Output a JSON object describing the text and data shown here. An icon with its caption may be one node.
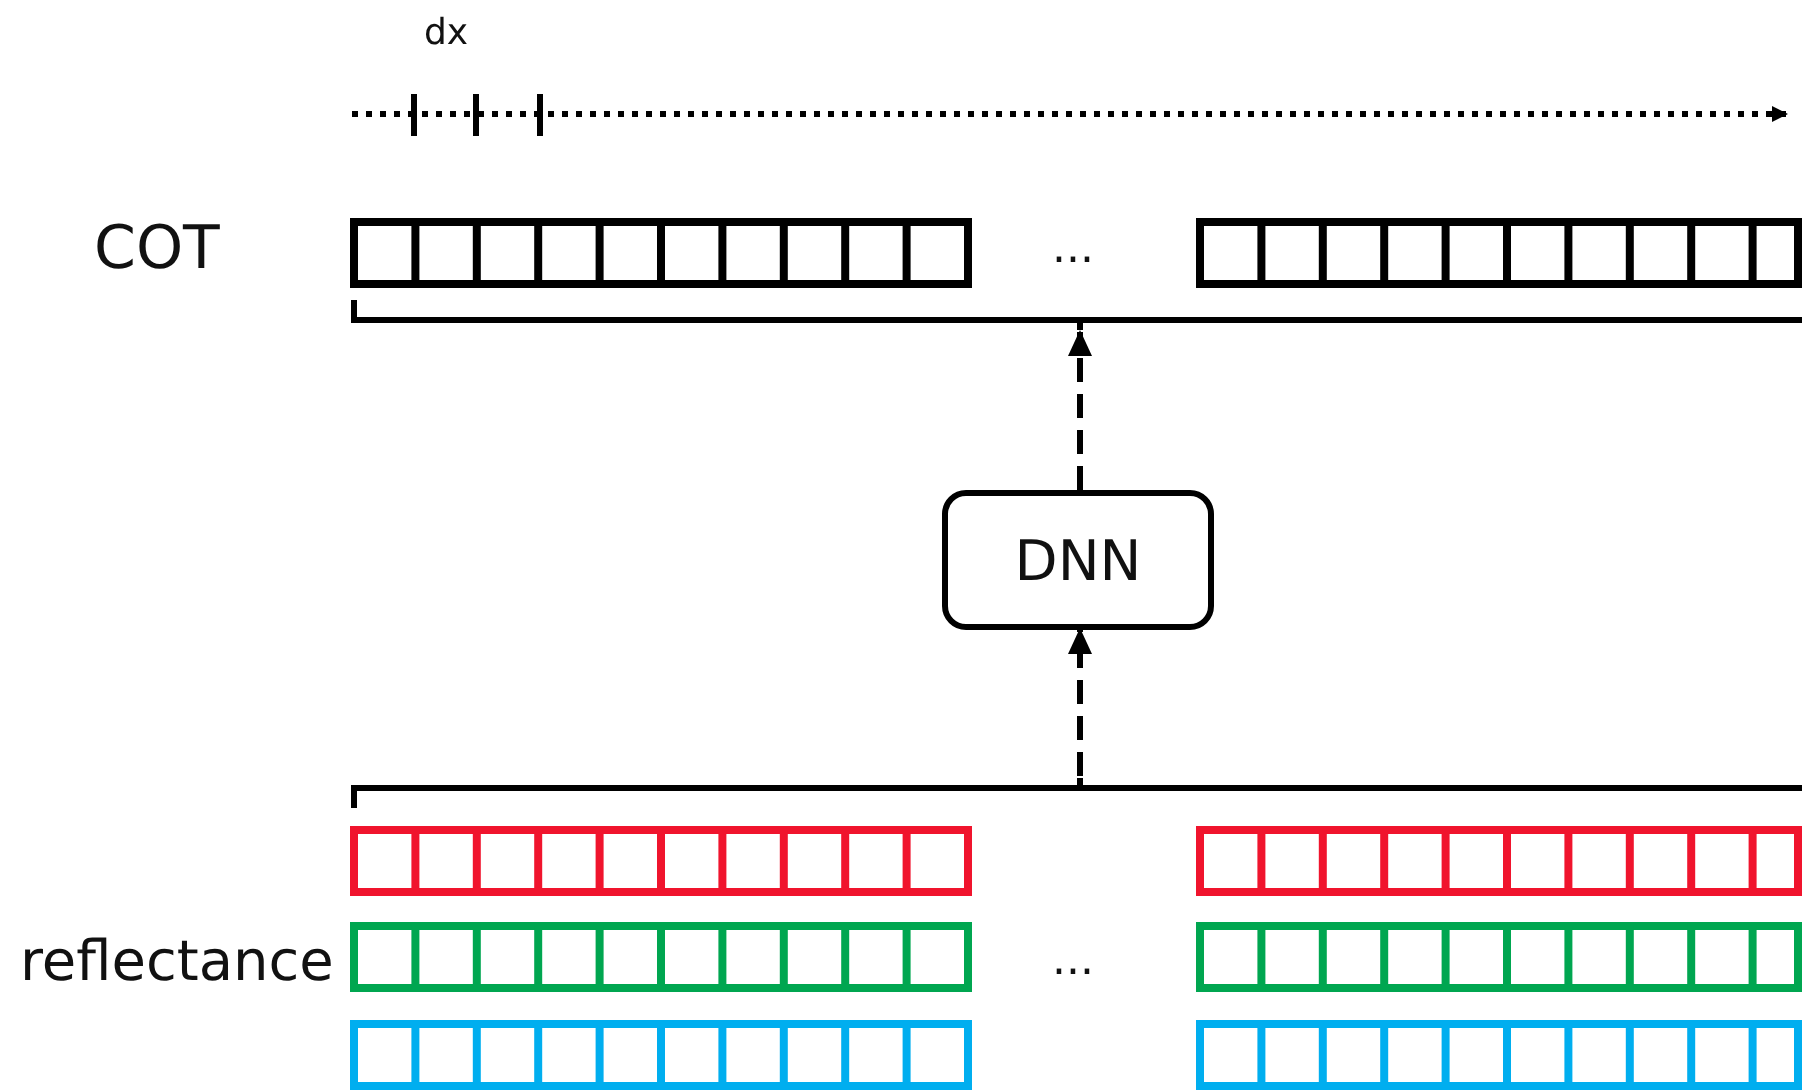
{
  "diagram": {
    "nodes": [
      {
        "text": [],
        "shape": "bar",
        "beside": [
          "COT"
        ]
      },
      {
        "text": [
          "DNN"
        ]
      },
      {
        "text": [],
        "shape": "bar",
        "beside": [
          "reflectance"
        ]
      }
    ],
    "edges": [
      {
        "from": 2,
        "to": 1,
        "arrow": "to",
        "style": "dashed"
      },
      {
        "from": 1,
        "to": 0,
        "arrow": "to",
        "style": "dashed"
      }
    ],
    "labels": [
      "dx",
      "...",
      "..."
    ]
  }
}
